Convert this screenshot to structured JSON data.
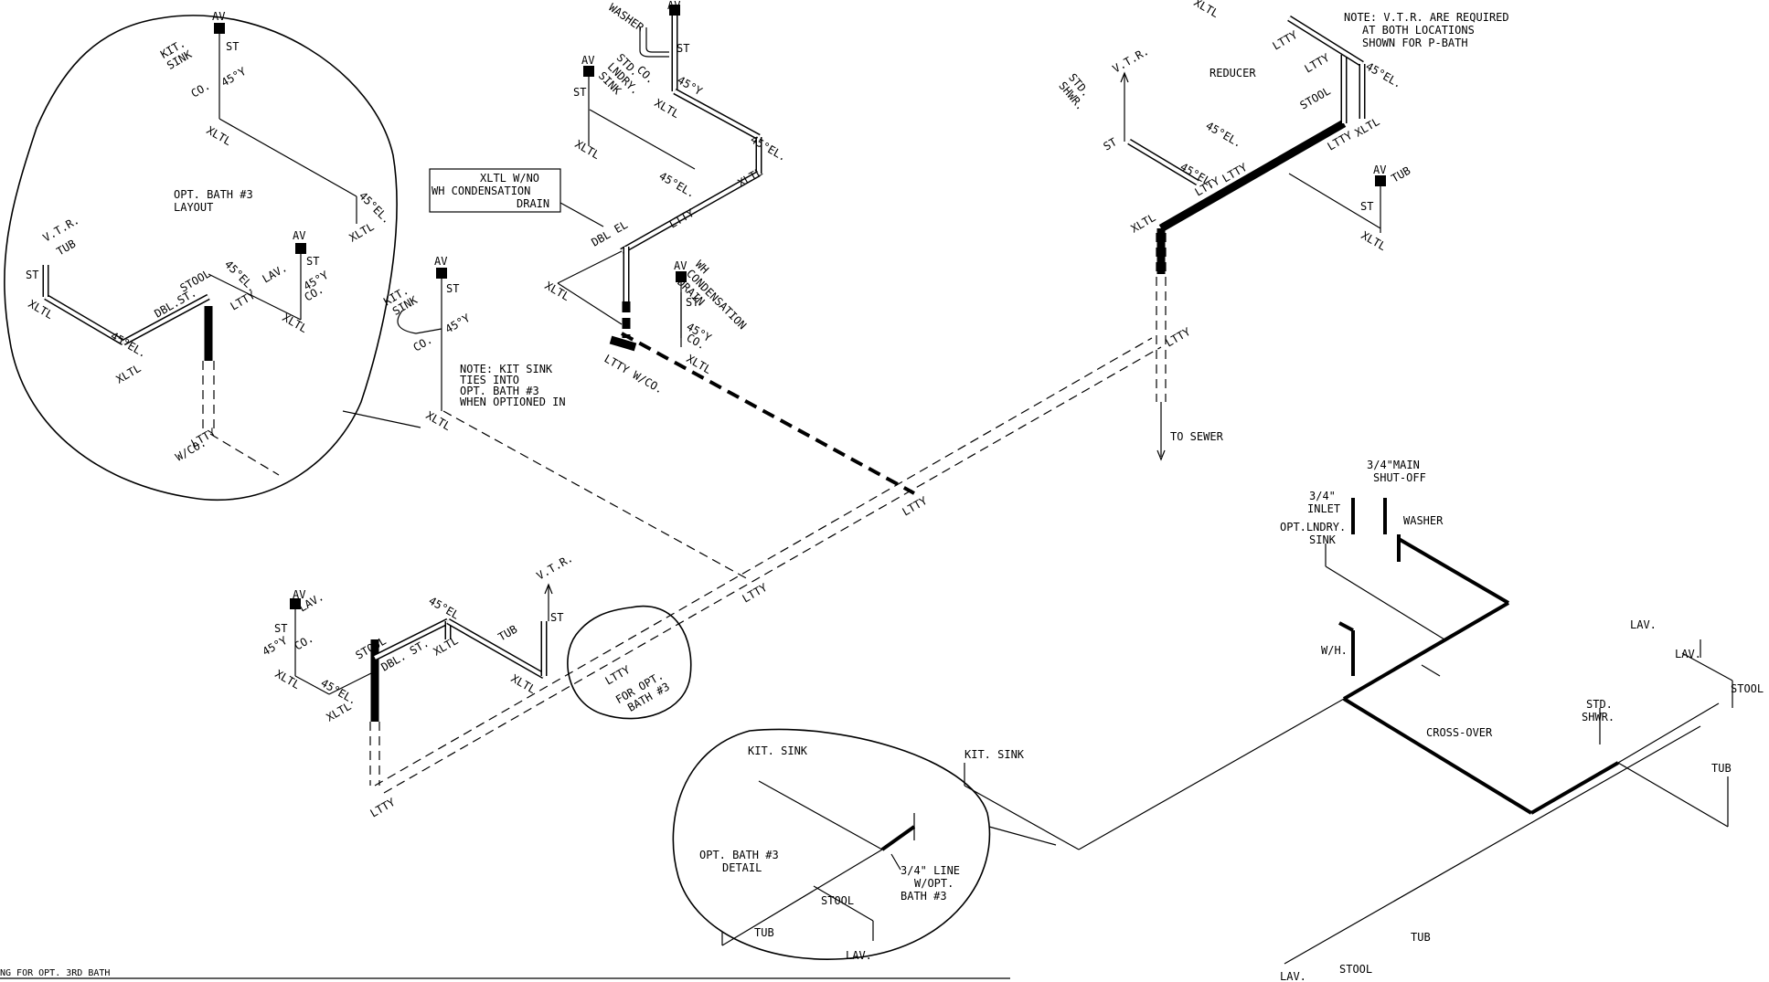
{
  "labels": {
    "note_vtr": [
      "NOTE: V.T.R. ARE REQUIRED",
      "AT BOTH LOCATIONS",
      "SHOWN FOR P-BATH"
    ],
    "box_xltl": [
      "XLTL W/NO",
      "WH CONDENSATION",
      "DRAIN"
    ],
    "note_kit": [
      "NOTE: KIT SINK",
      "TIES INTO",
      "OPT. BATH #3",
      "WHEN OPTIONED IN"
    ],
    "opt_bath_layout": [
      "OPT. BATH #3",
      "LAYOUT"
    ],
    "opt_bath_detail": [
      "OPT. BATH #3",
      "DETAIL"
    ],
    "three_quarter_line": [
      "3/4\" LINE",
      "W/OPT.",
      "BATH #3"
    ],
    "for_opt_bath": [
      "FOR OPT.",
      "BATH #3"
    ],
    "main_shutoff": [
      "3/4\"MAIN",
      "SHUT-OFF"
    ],
    "inlet": [
      "3/4\"",
      "INLET"
    ],
    "opt_lndry_sink": [
      "OPT.LNDRY.",
      "SINK"
    ],
    "std_shwr_right": [
      "STD.",
      "SHWR."
    ],
    "std_shwr_top": [
      "STD.",
      "SHWR."
    ],
    "kit_sink_upper": [
      "KIT.",
      "SINK"
    ],
    "kit_sink_mid": [
      "KIT.",
      "SINK"
    ],
    "std_lndry_sink": [
      "STD.",
      "LNDRY.",
      "SINK"
    ],
    "wh_condensation": [
      "WH",
      "CONDENSATION",
      "DRAIN"
    ],
    "to_sewer": "TO SEWER",
    "reducer": "REDUCER",
    "washer_top": "WASHER",
    "washer_right": "WASHER",
    "cross_over": "CROSS-OVER",
    "wh": "W/H.",
    "kit_sink_detail": "KIT. SINK",
    "kit_sink_line": "KIT. SINK",
    "av": "AV",
    "st": "ST",
    "co": "CO.",
    "y45": "45°Y",
    "el45": "45°EL.",
    "el45b": "45°EL",
    "xltl": "XLTL",
    "ltty": "LTTY",
    "ltty_co": "LTTY W/CO.",
    "ltty_wco": [
      "LTTY",
      "W/CO."
    ],
    "stool": "STOOL",
    "dbl_st": "DBL.ST.",
    "dbl_st2": "DBL. ST.",
    "dbl_el": "DBL EL",
    "vtr": "V.T.R.",
    "tub": "TUB",
    "lav": "LAV.",
    "table_caption": "NG FOR OPT. 3RD BATH"
  }
}
